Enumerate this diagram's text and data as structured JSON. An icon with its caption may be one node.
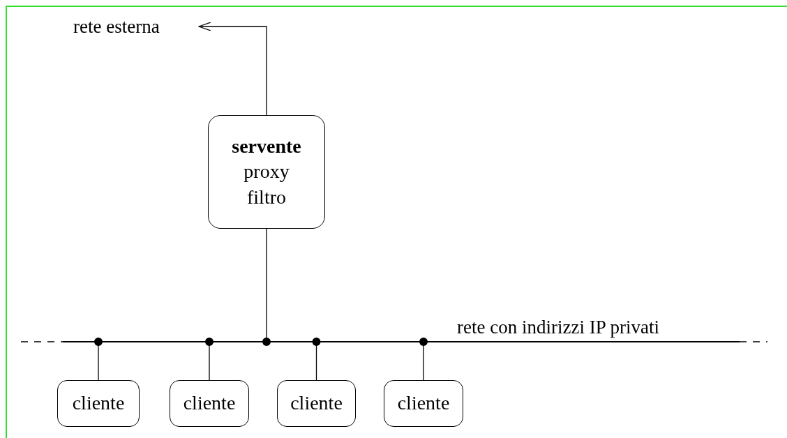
{
  "diagram": {
    "nodes": [
      {
        "text": [
          "rete esterna"
        ]
      },
      {
        "text": [
          "servente",
          "proxy filtro"
        ]
      },
      {
        "text": [],
        "shape": "bar",
        "beside": [
          "rete con indirizzi IP privati"
        ]
      },
      {
        "text": [
          "cliente"
        ]
      },
      {
        "text": [
          "cliente"
        ]
      },
      {
        "text": [
          "cliente"
        ]
      },
      {
        "text": [
          "cliente"
        ]
      }
    ],
    "edges": [
      {
        "from": 1,
        "to": 0,
        "arrow": "to"
      },
      {
        "from": 1,
        "to": 2,
        "arrow": "other"
      },
      {
        "from": 3,
        "to": 2,
        "arrow": "other"
      },
      {
        "from": 4,
        "to": 2,
        "arrow": "other"
      },
      {
        "from": 5,
        "to": 2,
        "arrow": "other"
      },
      {
        "from": 6,
        "to": 2,
        "arrow": "other"
      }
    ]
  }
}
